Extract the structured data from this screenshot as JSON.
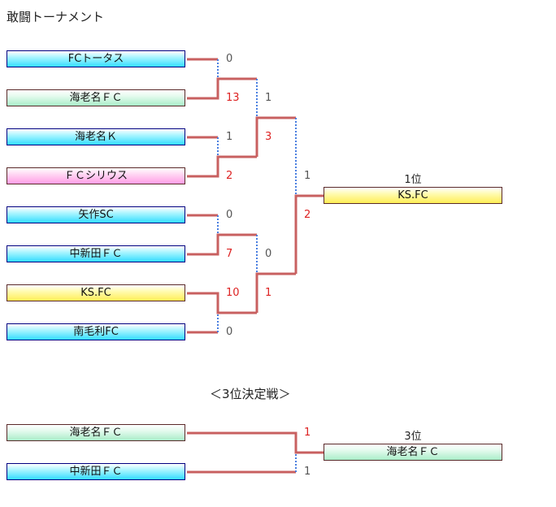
{
  "title": "敢闘トーナメント",
  "main": {
    "teams": [
      {
        "name": "FCトータス",
        "color": "cyan"
      },
      {
        "name": "海老名ＦＣ",
        "color": "green"
      },
      {
        "name": "海老名Ｋ",
        "color": "cyan"
      },
      {
        "name": "ＦＣシリウス",
        "color": "pink"
      },
      {
        "name": "矢作SC",
        "color": "cyan"
      },
      {
        "name": "中新田ＦＣ",
        "color": "cyan"
      },
      {
        "name": "KS.FC",
        "color": "yellow"
      },
      {
        "name": "南毛利FC",
        "color": "cyan"
      }
    ],
    "round1_scores": [
      "0",
      "13",
      "1",
      "2",
      "0",
      "7",
      "10",
      "0"
    ],
    "semifinal_scores": [
      "1",
      "3",
      "0",
      "1"
    ],
    "final_scores": [
      "1",
      "2"
    ],
    "winner_rank": "1位",
    "winner_name": "KS.FC"
  },
  "third_place": {
    "title": "＜3位決定戦＞",
    "teams": [
      {
        "name": "海老名ＦＣ",
        "color": "green"
      },
      {
        "name": "中新田ＦＣ",
        "color": "cyan"
      }
    ],
    "scores": [
      "1",
      "1"
    ],
    "winner_rank": "3位",
    "winner_name": "海老名ＦＣ"
  },
  "colors": {
    "win_line": "#c86060",
    "lose_line": "#4a7fe0",
    "win_score": "#dd2222",
    "box_border": "#000080"
  }
}
